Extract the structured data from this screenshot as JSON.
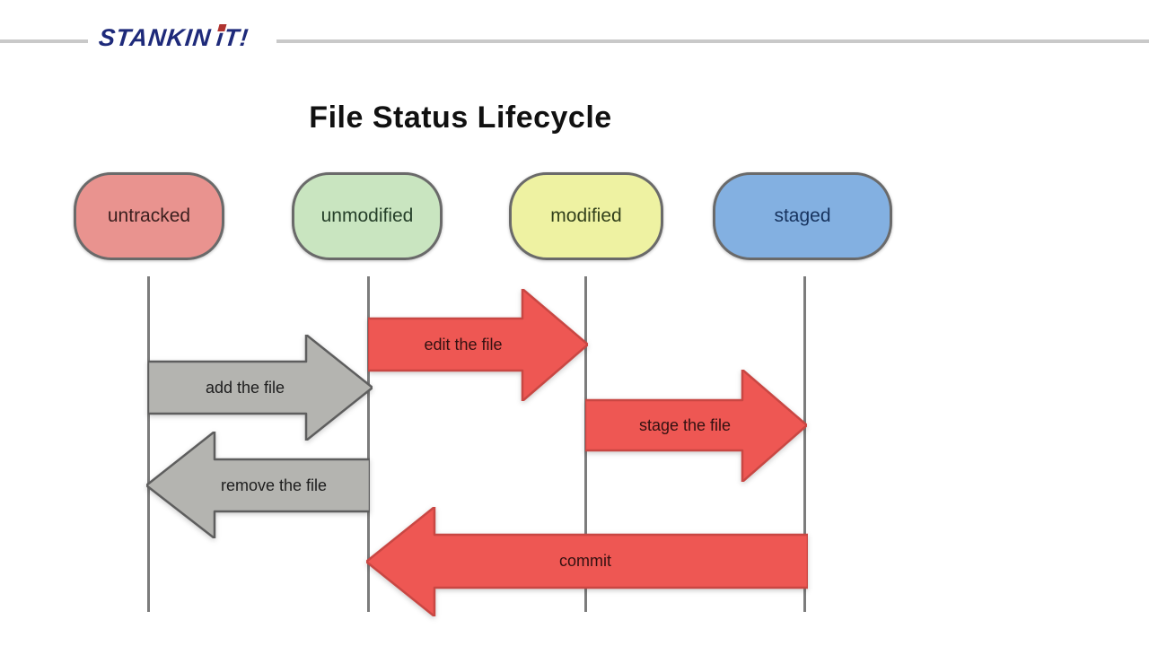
{
  "header": {
    "logo_part1": "STANKIN",
    "logo_part2": "iT!",
    "logo_color": "#1e2a7a",
    "logo_accent_color": "#b03430",
    "rule_color": "#c9c9c9"
  },
  "diagram": {
    "title": "File Status Lifecycle",
    "states": [
      {
        "label": "untracked",
        "fill": "#e9938f"
      },
      {
        "label": "unmodified",
        "fill": "#c9e5c0"
      },
      {
        "label": "modified",
        "fill": "#eef2a2"
      },
      {
        "label": "staged",
        "fill": "#83b0e1"
      }
    ],
    "state_border_color": "#6a6a6a",
    "lifeline_color": "#7c7c7c",
    "transitions": [
      {
        "label": "add the file",
        "from": "untracked",
        "to": "unmodified",
        "style": "gray",
        "direction": "right"
      },
      {
        "label": "edit the file",
        "from": "unmodified",
        "to": "modified",
        "style": "red",
        "direction": "right"
      },
      {
        "label": "stage the file",
        "from": "modified",
        "to": "staged",
        "style": "red",
        "direction": "right"
      },
      {
        "label": "remove the file",
        "from": "unmodified",
        "to": "untracked",
        "style": "gray",
        "direction": "left"
      },
      {
        "label": "commit",
        "from": "staged",
        "to": "unmodified",
        "style": "red",
        "direction": "left"
      }
    ],
    "arrow_colors": {
      "red_fill": "#ee5753",
      "red_border": "#c94743",
      "gray_fill": "#b4b4b0",
      "gray_border": "#5e5e5e"
    }
  }
}
